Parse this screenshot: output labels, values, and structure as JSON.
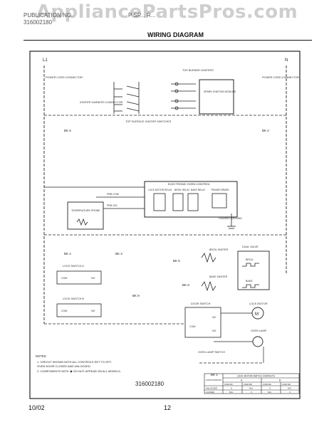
{
  "watermark": "AppliancePartsPros.com",
  "header": {
    "line1": "PUBLICATION NO.",
    "line2": "316002180",
    "publication_partial": "P SP... R...",
    "title": "WIRING DIAGRAM"
  },
  "diagram": {
    "left_terminal": "L1",
    "right_terminal": "N",
    "left_power_cord": "POWER CORD CONNECTOR",
    "right_power_cord": "POWER CORD CONNECTOR",
    "igniter_harness": "IGNITER HARNESS CONNECTOR",
    "top_surface_ignition": "TOP SURFACE IGNITER SWITCHES",
    "top_burner_igniters": "TOP BURNER IGNITERS",
    "spark_module": "SPARK IGNITION MODULE",
    "bk5": "BK 5",
    "bk2": "BK 2",
    "bk3": "BK 3",
    "bk4": "BK 4",
    "bk6": "BK 6",
    "bk8": "BK 8",
    "bk9": "BK 9",
    "bk1": "BK 1",
    "controller": "ELECTRONIC OVEN CONTROL",
    "lock_motor_relay": "LOCK MOTOR RELAY",
    "broil_relay": "BROIL RELAY",
    "bake_relay": "BAKE RELAY",
    "transformer": "TRANSFORMER",
    "temp_probe": "TEMPERATURE PROBE",
    "prb_com": "PRB COM",
    "prb_sig": "PRB SIG",
    "chassis_ground": "CHASSIS GROUND",
    "broil_igniter": "BROIL IGNITER",
    "bake_igniter": "BAKE IGNITER",
    "dual_valve": "DUAL VALVE",
    "broil_label": "BROIL",
    "bake_label": "BAKE",
    "lock_switch_a": "LOCK SWITCH A",
    "lock_switch_b": "LOCK SWITCH B",
    "door_switch": "DOOR SWITCH",
    "lock_motor": "LOCK MOTOR",
    "oven_lamp": "OVEN LAMP",
    "oven_lamp_switch": "OVEN LAMP SWITCH",
    "com": "COM",
    "nc": "NC",
    "no": "NO"
  },
  "notes": {
    "heading": "NOTES:",
    "n1a": "1.  CIRCUIT SHOWN WITH ALL CONTROLS SET TO OFF,",
    "n1b": "     OVEN DOOR CLOSED AND UNLOCKED.",
    "n2": "2.  COMPONENTS WITH '◆' DO NOT APPEAR ON ALL MODELS."
  },
  "contacts_table": {
    "title": "LOCK MOTOR SWITCH CONTACTS",
    "col_a": "A",
    "col_b": "B",
    "row_header": "CAM POSITION",
    "col_headers": [
      "COM-NC",
      "COM-NO",
      "COM-NC",
      "COM-NO"
    ],
    "rows": [
      {
        "label": "UNLOCKED",
        "cells": [
          "X",
          "N/A",
          "X",
          "N/A"
        ]
      },
      {
        "label": "LOCKED",
        "cells": [
          "N/A",
          "X",
          "N/A",
          "X"
        ]
      }
    ]
  },
  "part_number": "316002180",
  "footer": {
    "date": "10/02",
    "page": "12"
  }
}
